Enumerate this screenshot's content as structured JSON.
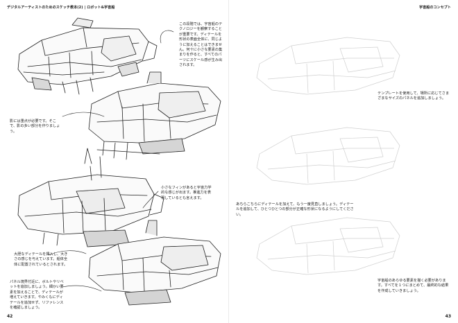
{
  "left_page": {
    "header": "デジタルアーティストのためのスケッチ教本(2) | ロボット&宇宙船",
    "page_number": "42",
    "notes": [
      "この段階では、宇宙船のテクノロジーを観察することが重要です。ディテールを形状の表面全体に、同じように加えることはできません。何十に小さな要素の集まりを作ると、すべてのパーツにスケール感が生み出されます。",
      "影には重点が必要です。そこで、影の多い部分を作りましょう。",
      "小さなフィンがあると宇宙力学的な感じが出ます。推進力を表現しているとも言えます。",
      "大胆なディテールを挿入し、大きさの感じを与えています。船体全体に配置されているとされます。",
      "パネル境界付近に、ボルトやリベットを追加しましょう。細かい要素を加えることで、ディテールが増えていきます。やみくもにディテールを追加せず、リファレンスを確認しましょう。"
    ]
  },
  "right_page": {
    "header": "宇宙船のコンセプト",
    "page_number": "43",
    "notes": [
      "テンプレートを使用して、場所に応じてさまざまなサイズのパネルを追加しましょう。",
      "あちらこちらにディテールを加えて、もう一度見直しましょう。ディテールを追加して、ひとつひとつの部分が正確な形状になるようにしてください。",
      "宇宙船のあらゆる要素を描く必要があります。すべてを１つにまとめて、最終的な結果を作成していきましょう。"
    ]
  }
}
